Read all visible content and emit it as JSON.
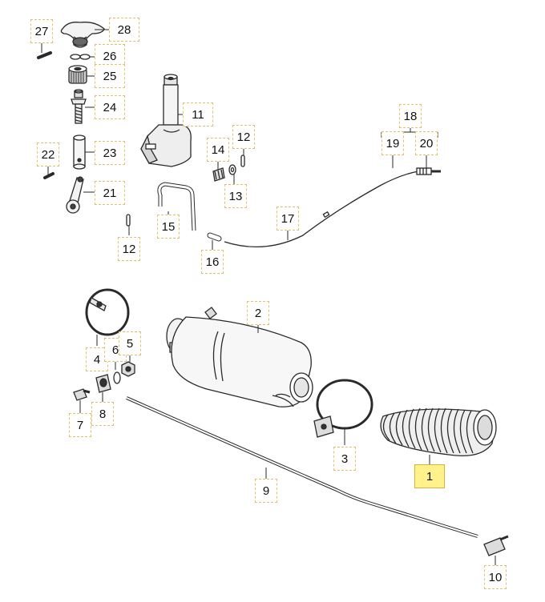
{
  "callouts": {
    "p1": "1",
    "p2": "2",
    "p3": "3",
    "p4": "4",
    "p5": "5",
    "p6": "6",
    "p7": "7",
    "p8": "8",
    "p9": "9",
    "p10": "10",
    "p11": "11",
    "p12a": "12",
    "p12b": "12",
    "p13": "13",
    "p14": "14",
    "p15": "15",
    "p16": "16",
    "p17": "17",
    "p18": "18",
    "p19": "19",
    "p20": "20",
    "p21": "21",
    "p22": "22",
    "p23": "23",
    "p24": "24",
    "p25": "25",
    "p26": "26",
    "p27": "27",
    "p28": "28"
  },
  "highlighted_part": "1",
  "colors": {
    "line": "#2a2a2a",
    "highlight": "#fff28a",
    "callout_border": "#e3c06a"
  }
}
